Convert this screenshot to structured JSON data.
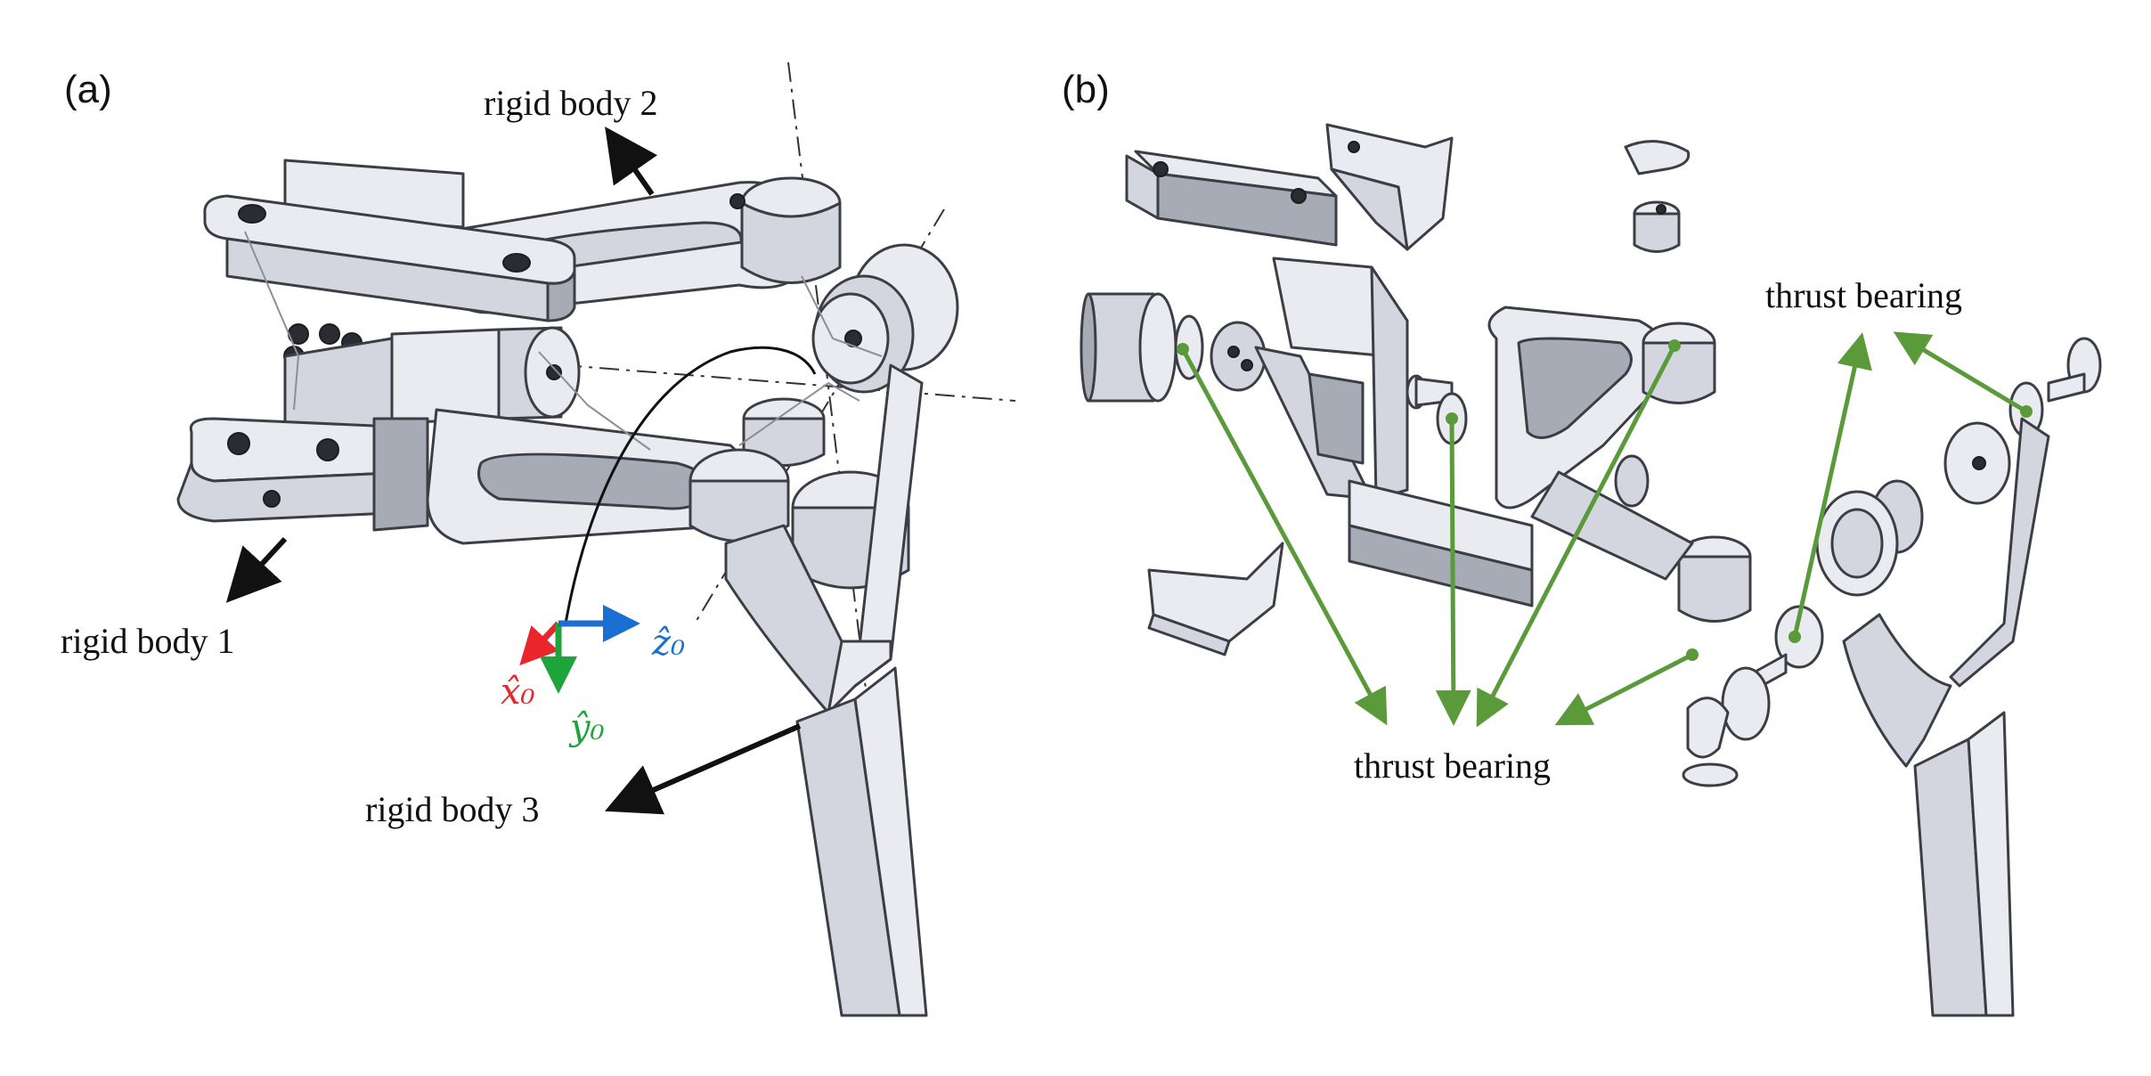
{
  "panels": {
    "a": {
      "label": "(a)",
      "rigid_body_1": "rigid body 1",
      "rigid_body_2": "rigid body 2",
      "rigid_body_3": "rigid body 3",
      "axes": {
        "x": "x̂₀",
        "y": "ŷ₀",
        "z": "ẑ₀"
      },
      "axis_colors": {
        "x": "#e8262b",
        "y": "#1fa33b",
        "z": "#1a6fd1"
      }
    },
    "b": {
      "label": "(b)",
      "thrust_bearing_top": "thrust bearing",
      "thrust_bearing_bottom": "thrust bearing",
      "annotation_color": "#5b9a3a"
    }
  }
}
